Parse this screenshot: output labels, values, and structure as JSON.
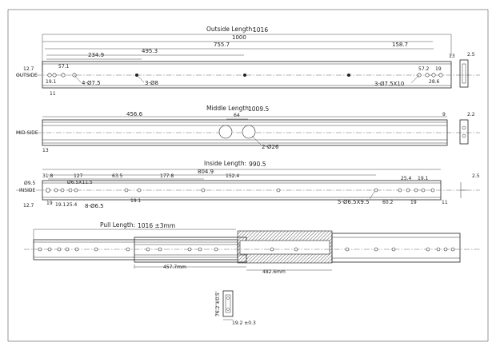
{
  "outside": {
    "title": "Outside Length:",
    "title_value": "1016",
    "side": "OUTSIDE",
    "dims": [
      "1000",
      "755.7",
      "495.3",
      "234.9",
      "158.7",
      "57.1",
      "57.2",
      "19",
      "28.6",
      "12.7",
      "13",
      "2.5",
      "19.1",
      "11"
    ],
    "holes_4": "4-Ø7.5",
    "holes_3": "3-Ø8",
    "holes_slot": "3-Ø7.5X10"
  },
  "middle": {
    "title": "Middle Length:",
    "title_value": "1009.5",
    "side": "MID-SIDE",
    "dims": [
      "456.6",
      "64",
      "9",
      "2.2",
      "13"
    ],
    "holes": "2-Ø26"
  },
  "inside": {
    "title": "Inside Length:",
    "title_value": "990.5",
    "side": "INSIDE",
    "dims": [
      "804.9",
      "31.8",
      "127",
      "63.5",
      "177.8",
      "152.4",
      "25.4",
      "19.1",
      "2.5",
      "12.7",
      "19",
      "25.4",
      "60.2",
      "19",
      "11",
      "19.1",
      "19.1"
    ],
    "d95": "Ø9.5",
    "slot": "Ø6.5X11.5",
    "holes_8": "8-Ø6.5",
    "holes_5": "5-Ø6.5X9.5"
  },
  "pull": {
    "title": "Pull Length:",
    "title_value": "1016 ±3mm",
    "seg1": "457.7mm",
    "seg2": "482.6mm"
  },
  "section": {
    "height": "76.2 ±0.5",
    "width": "19.2 ±0.3"
  }
}
